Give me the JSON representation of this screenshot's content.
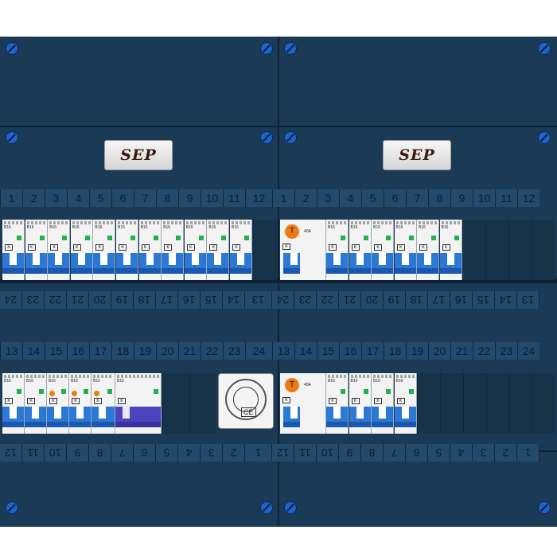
{
  "board": {
    "logo_left": "SEP",
    "logo_right": "SEP",
    "terminal_top_row_labels": [
      "1",
      "2",
      "3",
      "4",
      "5",
      "6",
      "7",
      "8",
      "9",
      "10",
      "11",
      "12",
      "1",
      "2",
      "3",
      "4",
      "5",
      "6",
      "7",
      "8",
      "9",
      "10",
      "11",
      "12"
    ],
    "terminal_row2_labels_left": [
      "24",
      "23",
      "22",
      "21",
      "20",
      "19",
      "18",
      "17",
      "16",
      "15",
      "14",
      "13"
    ],
    "terminal_row2_labels_right": [
      "24",
      "23",
      "22",
      "21",
      "20",
      "19",
      "18",
      "17",
      "16",
      "15",
      "14",
      "13"
    ],
    "terminal_row3_labels": [
      "13",
      "14",
      "15",
      "16",
      "17",
      "18",
      "19",
      "20",
      "21",
      "22",
      "23",
      "24",
      "13",
      "14",
      "15",
      "16",
      "17",
      "18",
      "19",
      "20",
      "21",
      "22",
      "23",
      "24"
    ],
    "terminal_row4_labels_left": [
      "12",
      "11",
      "10",
      "9",
      "8",
      "7",
      "6",
      "5",
      "4",
      "3",
      "2",
      "1"
    ],
    "terminal_row4_labels_right": [
      "12",
      "11",
      "10",
      "9",
      "8",
      "7",
      "6",
      "5",
      "4",
      "3",
      "2",
      "1"
    ],
    "breaker_text": "B16",
    "rcd_label": "T",
    "rcd_rating": "40A",
    "kema_mark": "K",
    "socket_mark": "CE",
    "colors": {
      "panel": "#1b3a55",
      "handle_blue": "#2b79d4",
      "handle_purple": "#4d43c0",
      "led_green": "#22b14c",
      "test_orange": "#ef7a12",
      "screw": "#1d63c8"
    }
  }
}
